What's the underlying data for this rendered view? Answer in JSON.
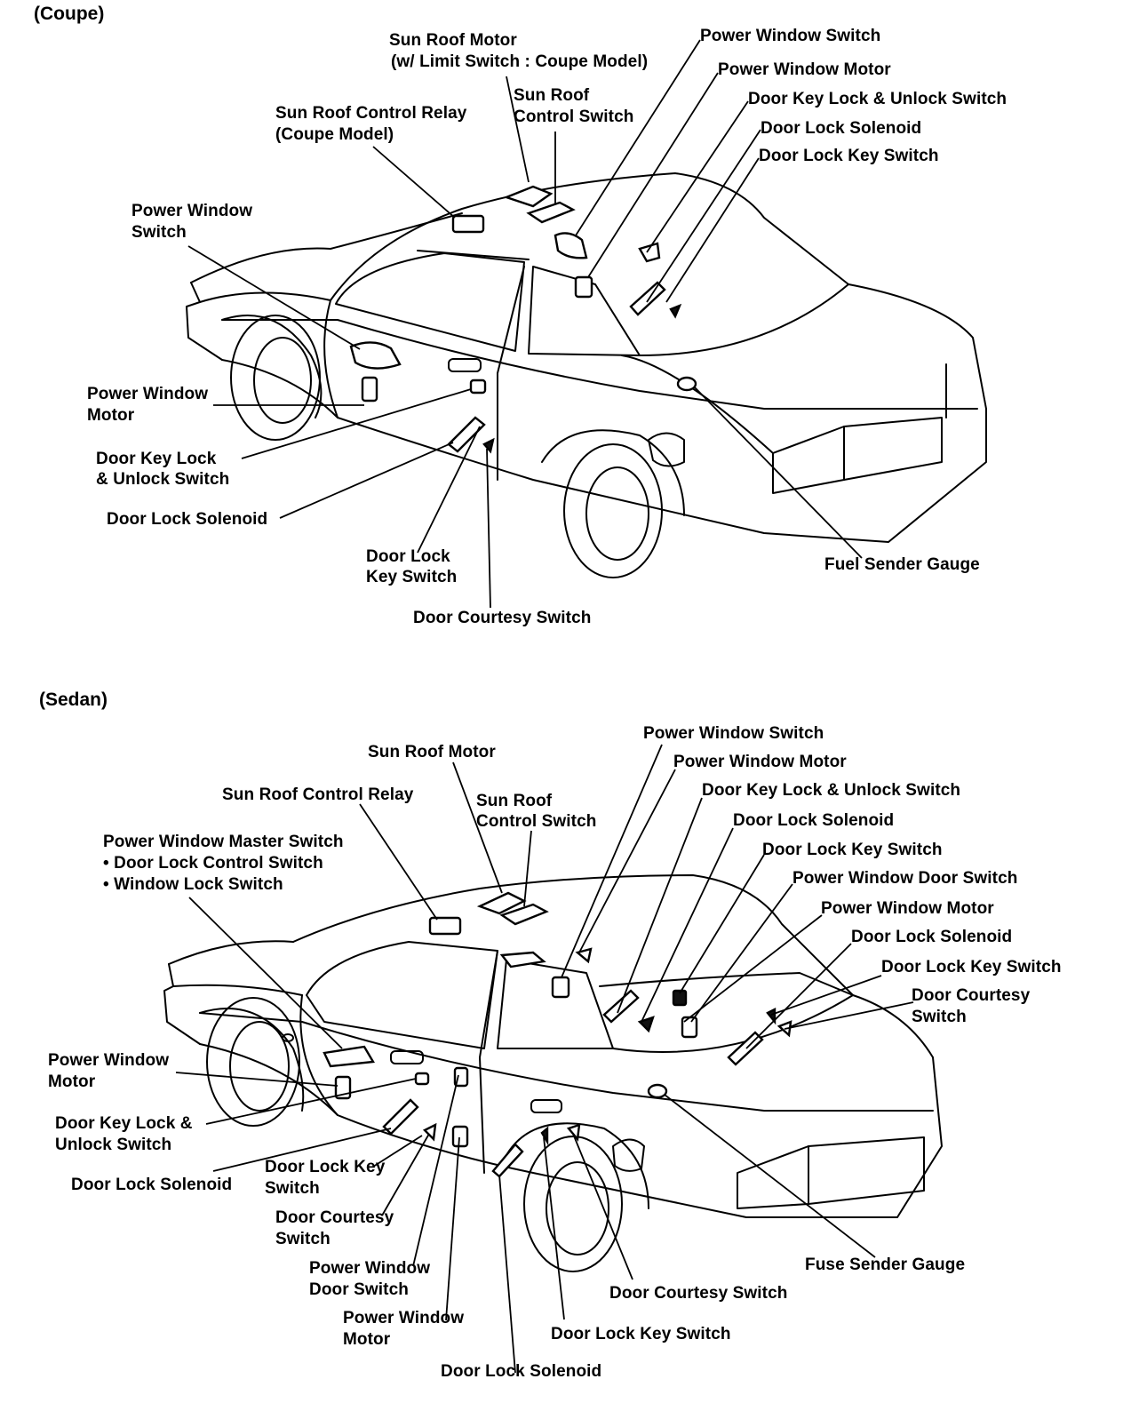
{
  "coupe": {
    "title": "(Coupe)",
    "labels": {
      "sun_roof_motor_l1": "Sun Roof Motor",
      "sun_roof_motor_l2": "(w/ Limit Switch : Coupe Model)",
      "sun_roof_control_switch_l1": "Sun Roof",
      "sun_roof_control_switch_l2": "Control Switch",
      "sun_roof_control_relay_l1": "Sun Roof Control Relay",
      "sun_roof_control_relay_l2": "(Coupe Model)",
      "power_window_switch_right": "Power Window Switch",
      "power_window_motor_right": "Power Window Motor",
      "door_key_lock_unlock_switch_right": "Door Key Lock & Unlock Switch",
      "door_lock_solenoid_right": "Door Lock Solenoid",
      "door_lock_key_switch_right": "Door Lock Key Switch",
      "power_window_switch_left_l1": "Power Window",
      "power_window_switch_left_l2": "Switch",
      "power_window_motor_left_l1": "Power Window",
      "power_window_motor_left_l2": "Motor",
      "door_key_lock_left_l1": "Door Key Lock",
      "door_key_lock_left_l2": "& Unlock Switch",
      "door_lock_solenoid_left": "Door Lock Solenoid",
      "door_lock_key_switch_bottom_l1": "Door Lock",
      "door_lock_key_switch_bottom_l2": "Key Switch",
      "door_courtesy_switch": "Door Courtesy Switch",
      "fuel_sender_gauge": "Fuel Sender Gauge"
    }
  },
  "sedan": {
    "title": "(Sedan)",
    "labels": {
      "sun_roof_motor": "Sun Roof Motor",
      "sun_roof_control_relay": "Sun Roof Control Relay",
      "sun_roof_control_switch_l1": "Sun Roof",
      "sun_roof_control_switch_l2": "Control Switch",
      "power_window_master_switch_l1": "Power Window Master Switch",
      "power_window_master_switch_l2": "• Door Lock Control Switch",
      "power_window_master_switch_l3": "• Window Lock Switch",
      "power_window_switch_right": "Power Window Switch",
      "power_window_motor_right1": "Power Window Motor",
      "door_key_lock_unlock_switch_right": "Door Key Lock & Unlock Switch",
      "door_lock_solenoid_right1": "Door Lock Solenoid",
      "door_lock_key_switch_right1": "Door Lock Key Switch",
      "power_window_door_switch_right": "Power Window Door Switch",
      "power_window_motor_right2": "Power Window Motor",
      "door_lock_solenoid_right2": "Door Lock Solenoid",
      "door_lock_key_switch_right2": "Door Lock Key Switch",
      "door_courtesy_switch_right_l1": "Door Courtesy",
      "door_courtesy_switch_right_l2": "Switch",
      "power_window_motor_left_l1": "Power Window",
      "power_window_motor_left_l2": "Motor",
      "door_key_lock_left_l1": "Door Key Lock &",
      "door_key_lock_left_l2": "Unlock Switch",
      "door_lock_solenoid_left": "Door Lock Solenoid",
      "door_lock_key_switch_mid_l1": "Door Lock Key",
      "door_lock_key_switch_mid_l2": "Switch",
      "door_courtesy_switch_mid_l1": "Door Courtesy",
      "door_courtesy_switch_mid_l2": "Switch",
      "power_window_door_switch_mid_l1": "Power Window",
      "power_window_door_switch_mid_l2": "Door Switch",
      "power_window_motor_mid_l1": "Power Window",
      "power_window_motor_mid_l2": "Motor",
      "door_lock_solenoid_bottom": "Door Lock Solenoid",
      "door_lock_key_switch_bottom": "Door Lock Key Switch",
      "door_courtesy_switch_bottom": "Door Courtesy Switch",
      "fuse_sender_gauge": "Fuse Sender Gauge"
    }
  }
}
